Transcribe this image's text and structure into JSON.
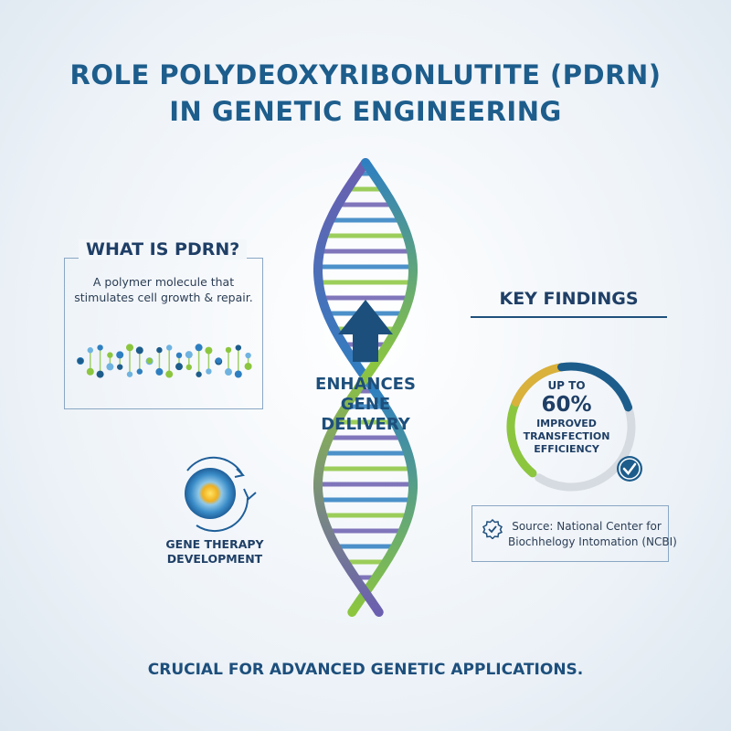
{
  "title": {
    "line1": "ROLE POLYDEOXYRIBONLUTITE (PDRN)",
    "line2": "IN GENETIC ENGINEERING"
  },
  "center": {
    "line1": "ENHANCES",
    "line2": "GENE",
    "line3": "DELIVERY"
  },
  "what_is": {
    "heading": "WHAT IS PDRN?",
    "desc_line1": "A polymer molecule that",
    "desc_line2": "stimulates cell growth & repair."
  },
  "gene_therapy": {
    "line1": "GENE THERAPY",
    "line2": "DEVELOPMENT"
  },
  "key_findings": {
    "heading": "KEY FINDINGS",
    "up_to": "UP TO",
    "percent": "60%",
    "desc_line1": "IMPROVED",
    "desc_line2": "TRANSFECTION",
    "desc_line3": "EFFICIENCY",
    "gauge_fraction": 0.6
  },
  "source": {
    "line1": "Source: National Center for",
    "line2": "Biochhelogy Intomation (NCBI)"
  },
  "footer": "CRUCIAL FOR ADVANCED GENETIC APPLICATIONS.",
  "colors": {
    "primary": "#1d5d8c",
    "navy": "#1f3f66",
    "green": "#8cc63f",
    "purple": "#6b5fb0",
    "blue": "#2e7fc1",
    "gold": "#d9b13b"
  }
}
